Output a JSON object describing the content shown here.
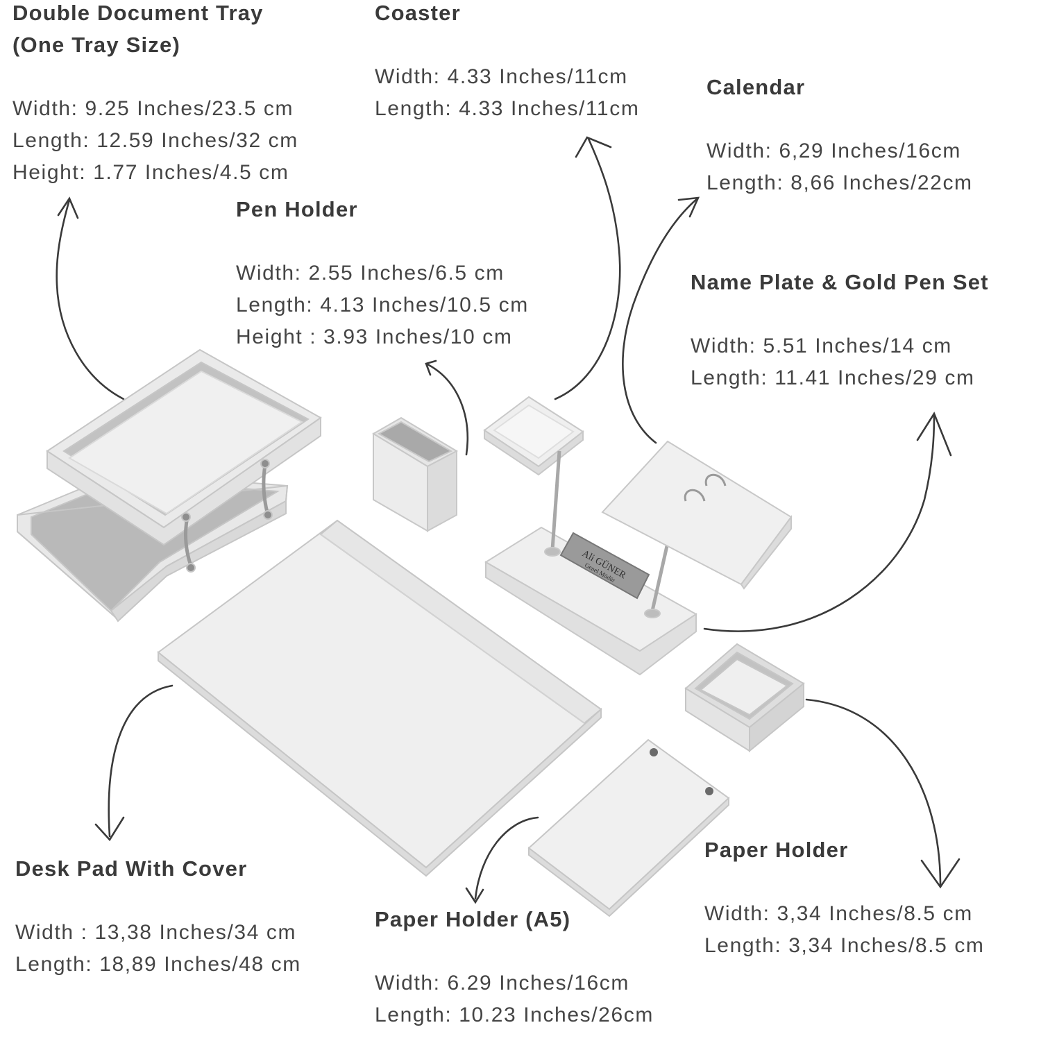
{
  "products": {
    "tray": {
      "title_lines": [
        "Double Document Tray",
        "(One Tray Size)"
      ],
      "specs": [
        "Width: 9.25 Inches/23.5 cm",
        "Length: 12.59 Inches/32 cm",
        "Height: 1.77 Inches/4.5 cm"
      ]
    },
    "coaster": {
      "title": "Coaster",
      "specs": [
        "Width: 4.33 Inches/11cm",
        "Length: 4.33 Inches/11cm"
      ]
    },
    "calendar": {
      "title": "Calendar",
      "specs": [
        "Width: 6,29 Inches/16cm",
        "Length: 8,66 Inches/22cm"
      ]
    },
    "pen_holder": {
      "title": "Pen Holder",
      "specs": [
        "Width: 2.55 Inches/6.5 cm",
        "Length: 4.13 Inches/10.5 cm",
        "Height : 3.93 Inches/10 cm"
      ]
    },
    "name_plate": {
      "title": "Name Plate & Gold Pen Set",
      "specs": [
        "Width: 5.51 Inches/14 cm",
        "Length: 11.41 Inches/29 cm"
      ]
    },
    "desk_pad": {
      "title": "Desk Pad With Cover",
      "specs": [
        "Width : 13,38 Inches/34 cm",
        "Length: 18,89 Inches/48 cm"
      ]
    },
    "paper_holder_a5": {
      "title": "Paper Holder (A5)",
      "specs": [
        "Width: 6.29 Inches/16cm",
        "Length: 10.23 Inches/26cm"
      ]
    },
    "paper_holder": {
      "title": "Paper Holder",
      "specs": [
        "Width: 3,34 Inches/8.5 cm",
        "Length: 3,34 Inches/8.5 cm"
      ]
    }
  },
  "name_plate_text": {
    "name": "Ali GÜNER",
    "role": "Genel Müdür"
  },
  "colors": {
    "text": "#3e3e3e",
    "arrow": "#3a3a3a",
    "leather": "#eeeeee",
    "leather_edge": "#cfcfcf",
    "suede": "#bdbdbd"
  }
}
